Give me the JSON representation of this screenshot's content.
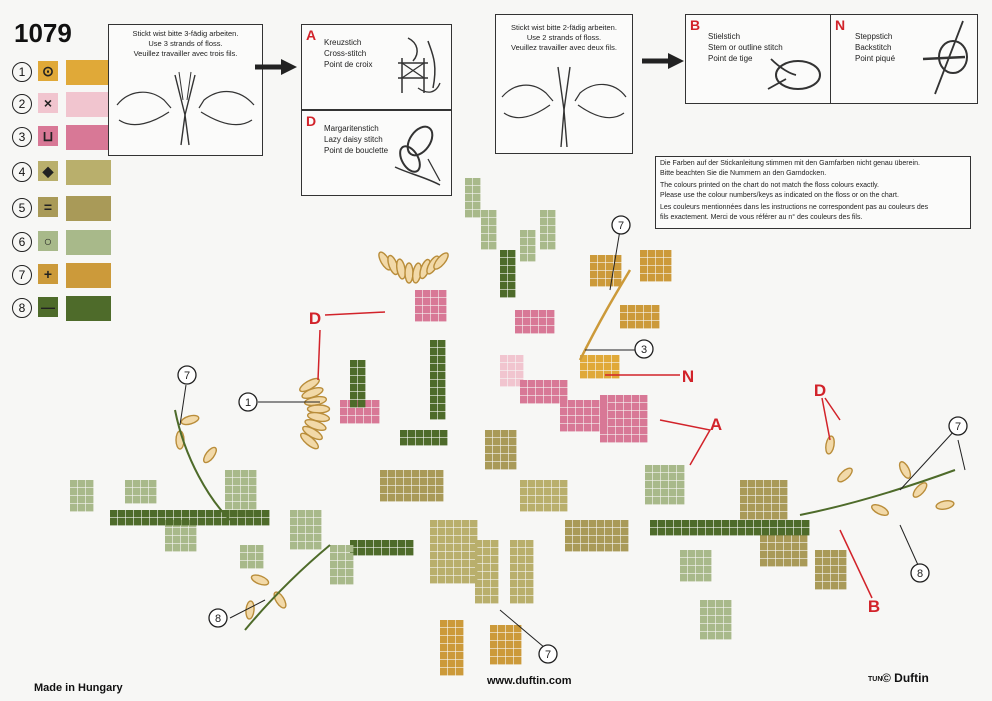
{
  "pattern_number": "1079",
  "legend": [
    {
      "index": "1",
      "symbol": "⊙",
      "color": "#e0a938"
    },
    {
      "index": "2",
      "symbol": "×",
      "color": "#f1c5cf"
    },
    {
      "index": "3",
      "symbol": "⊔",
      "color": "#d87896"
    },
    {
      "index": "4",
      "symbol": "◆",
      "color": "#b9af6c"
    },
    {
      "index": "5",
      "symbol": "=",
      "color": "#a99a58"
    },
    {
      "index": "6",
      "symbol": "○",
      "color": "#a8b98a"
    },
    {
      "index": "7",
      "symbol": "+",
      "color": "#cc9a3a"
    },
    {
      "index": "8",
      "symbol": "—",
      "color": "#4e6b2a"
    }
  ],
  "instructions": {
    "three_strands": [
      "Stickt wist bitte 3-fädig arbeiten.",
      "Use 3 strands of floss.",
      "Veuillez travailler avec trois fils."
    ],
    "two_strands": [
      "Stickt wist bitte 2-fädig arbeiten.",
      "Use 2 strands of floss.",
      "Veuillez travailler avec deux fils."
    ]
  },
  "stitches": {
    "A": {
      "letter": "A",
      "lines": [
        "Kreuzstich",
        "Cross-stitch",
        "Point de croix"
      ]
    },
    "D": {
      "letter": "D",
      "lines": [
        "Margaritenstich",
        "Lazy daisy stitch",
        "Point de bouclette"
      ]
    },
    "B": {
      "letter": "B",
      "lines": [
        "Stielstich",
        "Stem or outline stitch",
        "Point de tige"
      ]
    },
    "N": {
      "letter": "N",
      "lines": [
        "Steppstich",
        "Backstitch",
        "Point piqué"
      ]
    }
  },
  "note_lines": [
    "Die Farben auf der Stickanleitung stimmen mit den Garnfarben nicht genau überein.",
    "Bitte beachten Sie die Nummern an den Garndocken.",
    "The colours printed on the chart do not match the floss colours exactly.",
    "Please use the colour numbers/keys as indicated on the floss or on the chart.",
    "Les couleurs mentionnées dans les instructions ne correspondent pas au couleurs des",
    "fils exactement. Merci de vous référer au n° des couleurs des fils."
  ],
  "callouts": {
    "D_top": "D",
    "D_right": "D",
    "N": "N",
    "A": "A",
    "B": "B",
    "c7_top": "7",
    "c3": "3",
    "c1": "1",
    "c7_left": "7",
    "c7_right": "7",
    "c8_left": "8",
    "c8_right": "8",
    "c7_bottom": "7"
  },
  "footer": {
    "made_in": "Made in Hungary",
    "url": "www.duftin.com",
    "tun": "TUN",
    "copyright": "© Duftin"
  },
  "colors": {
    "red": "#d2232a",
    "ink": "#222222"
  }
}
